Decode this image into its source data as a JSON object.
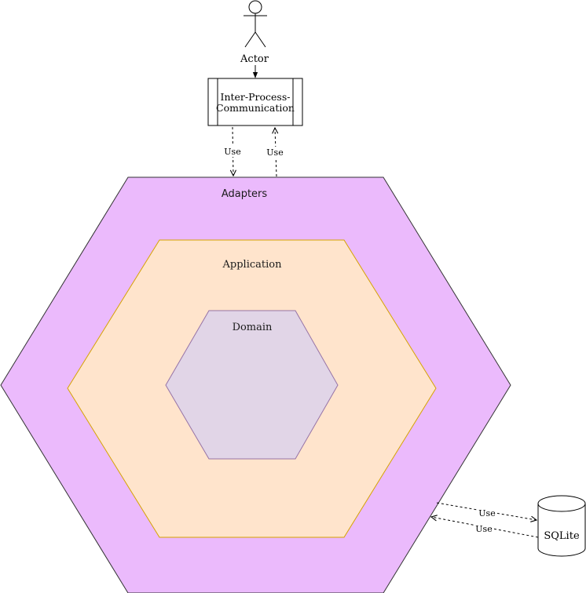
{
  "actor": {
    "label": "Actor"
  },
  "ipc": {
    "line1": "Inter-Process-",
    "line2": "Communication"
  },
  "layers": {
    "adapters": {
      "label": "Adapters",
      "fill": "#EBBAFC",
      "stroke": "#333333"
    },
    "application": {
      "label": "Application",
      "fill": "#FFE4CC",
      "stroke": "#D6A300"
    },
    "domain": {
      "label": "Domain",
      "fill": "#E1D5E7",
      "stroke": "#9673A6"
    }
  },
  "database": {
    "label": "SQLite"
  },
  "edges": {
    "ipc_to_adapters": "Use",
    "adapters_to_ipc": "Use",
    "adapters_to_db": "Use",
    "db_to_adapters": "Use"
  }
}
